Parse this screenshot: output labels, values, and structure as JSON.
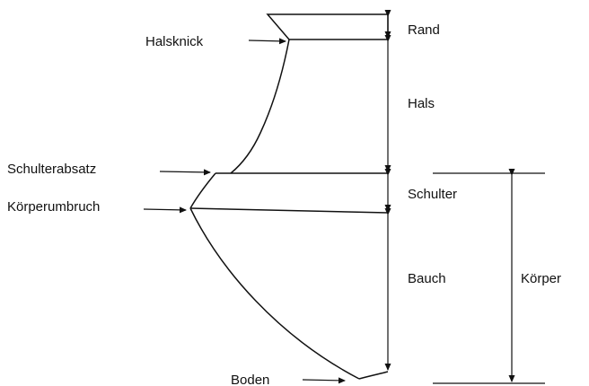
{
  "labels": {
    "left": {
      "halsknick": "Halsknick",
      "schulterabsatz": "Schulterabsatz",
      "koerperumbruch": "Körperumbruch",
      "boden": "Boden"
    },
    "right": {
      "rand": "Rand",
      "hals": "Hals",
      "schulter": "Schulter",
      "bauch": "Bauch",
      "koerper": "Körper"
    }
  }
}
